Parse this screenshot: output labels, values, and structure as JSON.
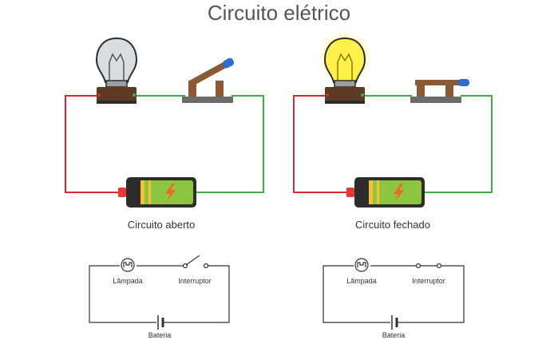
{
  "title": "Circuito elétrico",
  "circuits": [
    {
      "caption": "Circuito aberto",
      "lamp_on": false,
      "switch_closed": false,
      "schematic": {
        "lamp_label": "Lâmpada",
        "switch_label": "Interruptor",
        "battery_label": "Bateria"
      }
    },
    {
      "caption": "Circuito fechado",
      "lamp_on": true,
      "switch_closed": true,
      "schematic": {
        "lamp_label": "Lâmpada",
        "switch_label": "Interruptor",
        "battery_label": "Bateria"
      }
    }
  ],
  "colors": {
    "wire_positive": "#d9282f",
    "wire_negative": "#3fae49",
    "battery_body": "#8cc63f",
    "battery_band": "#fbc02d",
    "bolt": "#f26522",
    "bulb_off": "#d7dde0",
    "bulb_on": "#fff04a",
    "switch_handle": "#2d6bcf",
    "wood": "#7a4a2a",
    "schematic_line": "#333333"
  }
}
